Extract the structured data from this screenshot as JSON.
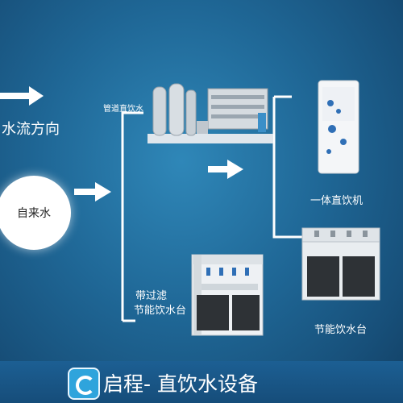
{
  "labels": {
    "water_flow": "水流方向",
    "tap_water": "自来水",
    "pipeline_water": "管道直饮水",
    "all_in_one": "一体直饮机",
    "filter_line1": "带过滤",
    "filter_line2": "节能饮水台",
    "energy_station": "节能饮水台"
  },
  "footer": {
    "brand": "启程- 直饮水设备"
  },
  "colors": {
    "pipe": "#ffffff",
    "background": "#1f6796"
  }
}
